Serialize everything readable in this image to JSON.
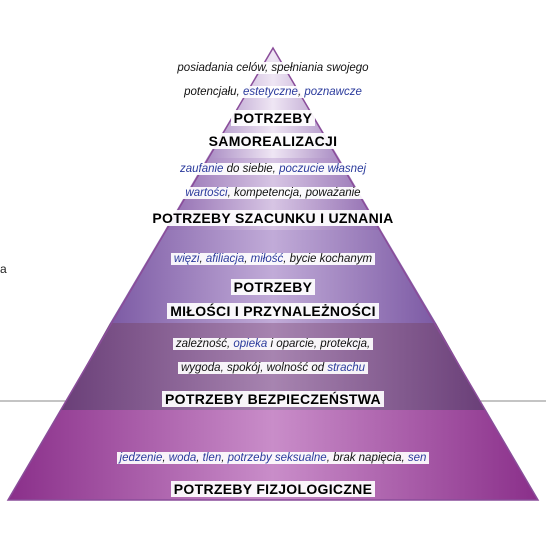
{
  "stray_text": "a",
  "levels": [
    {
      "description_lines": [
        [
          {
            "t": "posiadania celów, spełniania swojego",
            "hl": false
          }
        ],
        [
          {
            "t": "potencjału, ",
            "hl": false
          },
          {
            "t": "estetyczne",
            "hl": true
          },
          {
            "t": ", ",
            "hl": false
          },
          {
            "t": "poznawcze",
            "hl": true
          }
        ]
      ],
      "title_lines": [
        "POTRZEBY",
        "SAMOREALIZACJI"
      ]
    },
    {
      "description_lines": [
        [
          {
            "t": "zaufanie",
            "hl": true
          },
          {
            "t": " do siebie, ",
            "hl": false
          },
          {
            "t": "poczucie własnej",
            "hl": true
          }
        ],
        [
          {
            "t": "wartości",
            "hl": true
          },
          {
            "t": ", kompetencja, poważanie",
            "hl": false
          }
        ]
      ],
      "title_lines": [
        "POTRZEBY SZACUNKU I UZNANIA"
      ]
    },
    {
      "description_lines": [
        [
          {
            "t": "więzi",
            "hl": true
          },
          {
            "t": ", ",
            "hl": false
          },
          {
            "t": "afiliacja",
            "hl": true
          },
          {
            "t": ", ",
            "hl": false
          },
          {
            "t": "miłość",
            "hl": true
          },
          {
            "t": ", bycie kochanym",
            "hl": false
          }
        ]
      ],
      "title_lines": [
        "POTRZEBY",
        "MIŁOŚCI I PRZYNALEŻNOŚCI"
      ]
    },
    {
      "description_lines": [
        [
          {
            "t": "zależność, ",
            "hl": false
          },
          {
            "t": "opieka",
            "hl": true
          },
          {
            "t": " i oparcie, protekcja,",
            "hl": false
          }
        ],
        [
          {
            "t": "wygoda, spokój, wolność od ",
            "hl": false
          },
          {
            "t": "strachu",
            "hl": true
          }
        ]
      ],
      "title_lines": [
        "POTRZEBY BEZPIECZEŃSTWA"
      ]
    },
    {
      "description_lines": [
        [
          {
            "t": "jedzenie",
            "hl": true
          },
          {
            "t": ", ",
            "hl": false
          },
          {
            "t": "woda",
            "hl": true
          },
          {
            "t": ", ",
            "hl": false
          },
          {
            "t": "tlen",
            "hl": true
          },
          {
            "t": ", ",
            "hl": false
          },
          {
            "t": "potrzeby seksualne",
            "hl": true
          },
          {
            "t": ", brak napięcia, ",
            "hl": false
          },
          {
            "t": "sen",
            "hl": true
          }
        ]
      ],
      "title_lines": [
        "POTRZEBY FIZJOLOGICZNE"
      ]
    }
  ],
  "colors": {
    "highlight_text": "#2a3a9c",
    "level1": "#d7c4e2",
    "level2": "#b89bcb",
    "level3": "#a184bf",
    "level4": "#85608f",
    "level5": "#a24ea2"
  }
}
